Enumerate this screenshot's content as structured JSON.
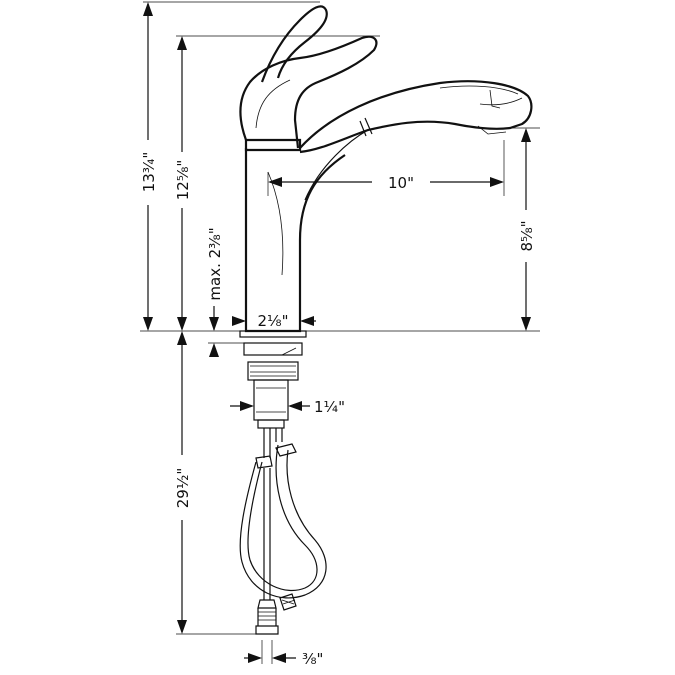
{
  "dimensions": {
    "overall_height": "13³⁄₄\"",
    "spout_top_height": "12⁵⁄₈\"",
    "max_deck_thickness": "max. 2³⁄₈\"",
    "spout_reach": "10\"",
    "spout_clearance": "8⁵⁄₈\"",
    "base_diameter": "2¹⁄₈\"",
    "shank_diameter": "1¹⁄₄\"",
    "hose_length": "29¹⁄₂\"",
    "connection_size": "³⁄₈\""
  },
  "colors": {
    "line": "#111111",
    "background": "#ffffff"
  }
}
